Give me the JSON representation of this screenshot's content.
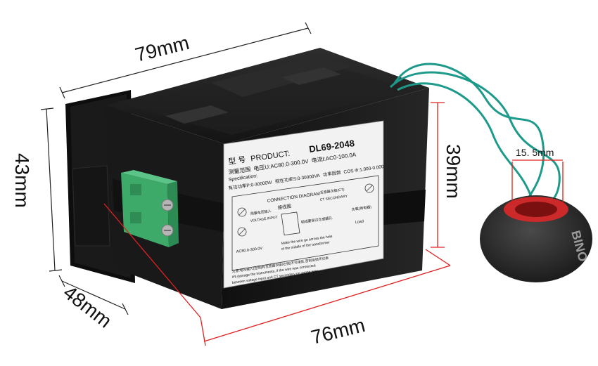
{
  "dimensions": {
    "width_top": "79mm",
    "height_left": "43mm",
    "depth_bottom_left": "48mm",
    "length_bottom": "76mm",
    "height_right": "39mm",
    "ct_inner_diameter": "15. 5mm"
  },
  "label": {
    "line1_cn": "型  号",
    "line1_en": "PRODUCT:",
    "model": "DL69-2048",
    "line2": "测量范围",
    "line2b": "Specification:",
    "voltage_spec": "电压U:AC80.0-300.0V",
    "current_spec": "电流I:AC0-100.0A",
    "power_spec": "有功功率P:0-30000W",
    "apparent_spec": "视在功率S:0-30000VA",
    "pf_spec": "COS Φ:1.000-0.000",
    "pf_cn": "功率因数",
    "diagram_title": "CONNECTION DIAGRAM",
    "diagram_cn": "接线图",
    "voltage_input_cn": "测量电压输入",
    "voltage_input": "VOLTAGE INPUT",
    "ct_secondary_cn": "互感器次级(CT)",
    "ct_secondary": "CT SECONDARY",
    "load_cn": "负载(用电器)",
    "load": "Load",
    "hole_cn": "相线要穿过互感器孔",
    "hole_en1": "Make the wire go across the hole",
    "hole_en2": "of the middle of the transformer",
    "ac_range": "AC80.0-300.0V",
    "warning_cn": "注意:电压输入(左侧)和互感器次级(右侧)不可接反,否则会损坏仪表",
    "warning_en1": "It'll damage the instruments, if the wire was connected",
    "warning_en2": "between voltage input and CT secondary on wrong way"
  },
  "ct_marking": "BINO",
  "colors": {
    "case": "#1c1c1c",
    "terminal": "#3daa6a",
    "wire": "#1e9a8a",
    "dimension_line": "#e02020",
    "label_bg": "#f2f2f2"
  }
}
